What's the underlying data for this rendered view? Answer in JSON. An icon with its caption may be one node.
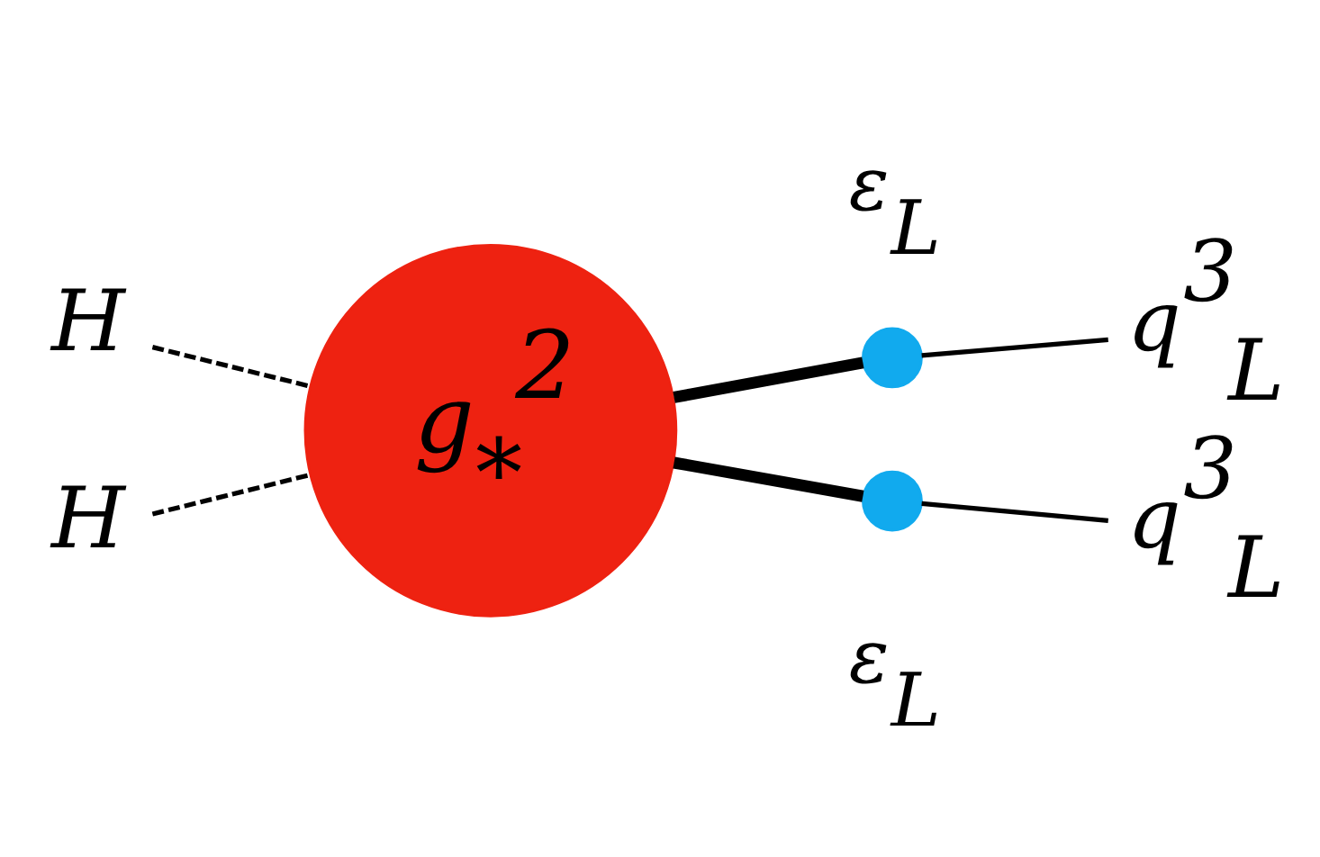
{
  "diagram": {
    "nodes": [
      {
        "text": [
          "H"
        ]
      },
      {
        "text": [
          "H"
        ]
      },
      {
        "text": [
          "g$_{*}$$^{2}$"
        ]
      },
      {
        "text": [],
        "shape": "circle"
      },
      {
        "text": [],
        "shape": "circle"
      },
      {
        "text": [
          "q$^{3}$$_{L}$"
        ]
      },
      {
        "text": [
          "q$^{3}$$_{L}$"
        ]
      }
    ],
    "edges": [
      {
        "from": 0,
        "to": 2,
        "arrow": "none",
        "style": "dashed"
      },
      {
        "from": 1,
        "to": 2,
        "arrow": "none",
        "style": "dashed"
      },
      {
        "from": 2,
        "to": 3,
        "arrow": "none",
        "style": "thick"
      },
      {
        "from": 2,
        "to": 4,
        "arrow": "none",
        "style": "thick"
      },
      {
        "from": 3,
        "to": 5,
        "arrow": "none"
      },
      {
        "from": 4,
        "to": 6,
        "arrow": "none"
      }
    ],
    "labels": [
      "ε$_{L}$",
      "ε$_{L}$"
    ]
  }
}
